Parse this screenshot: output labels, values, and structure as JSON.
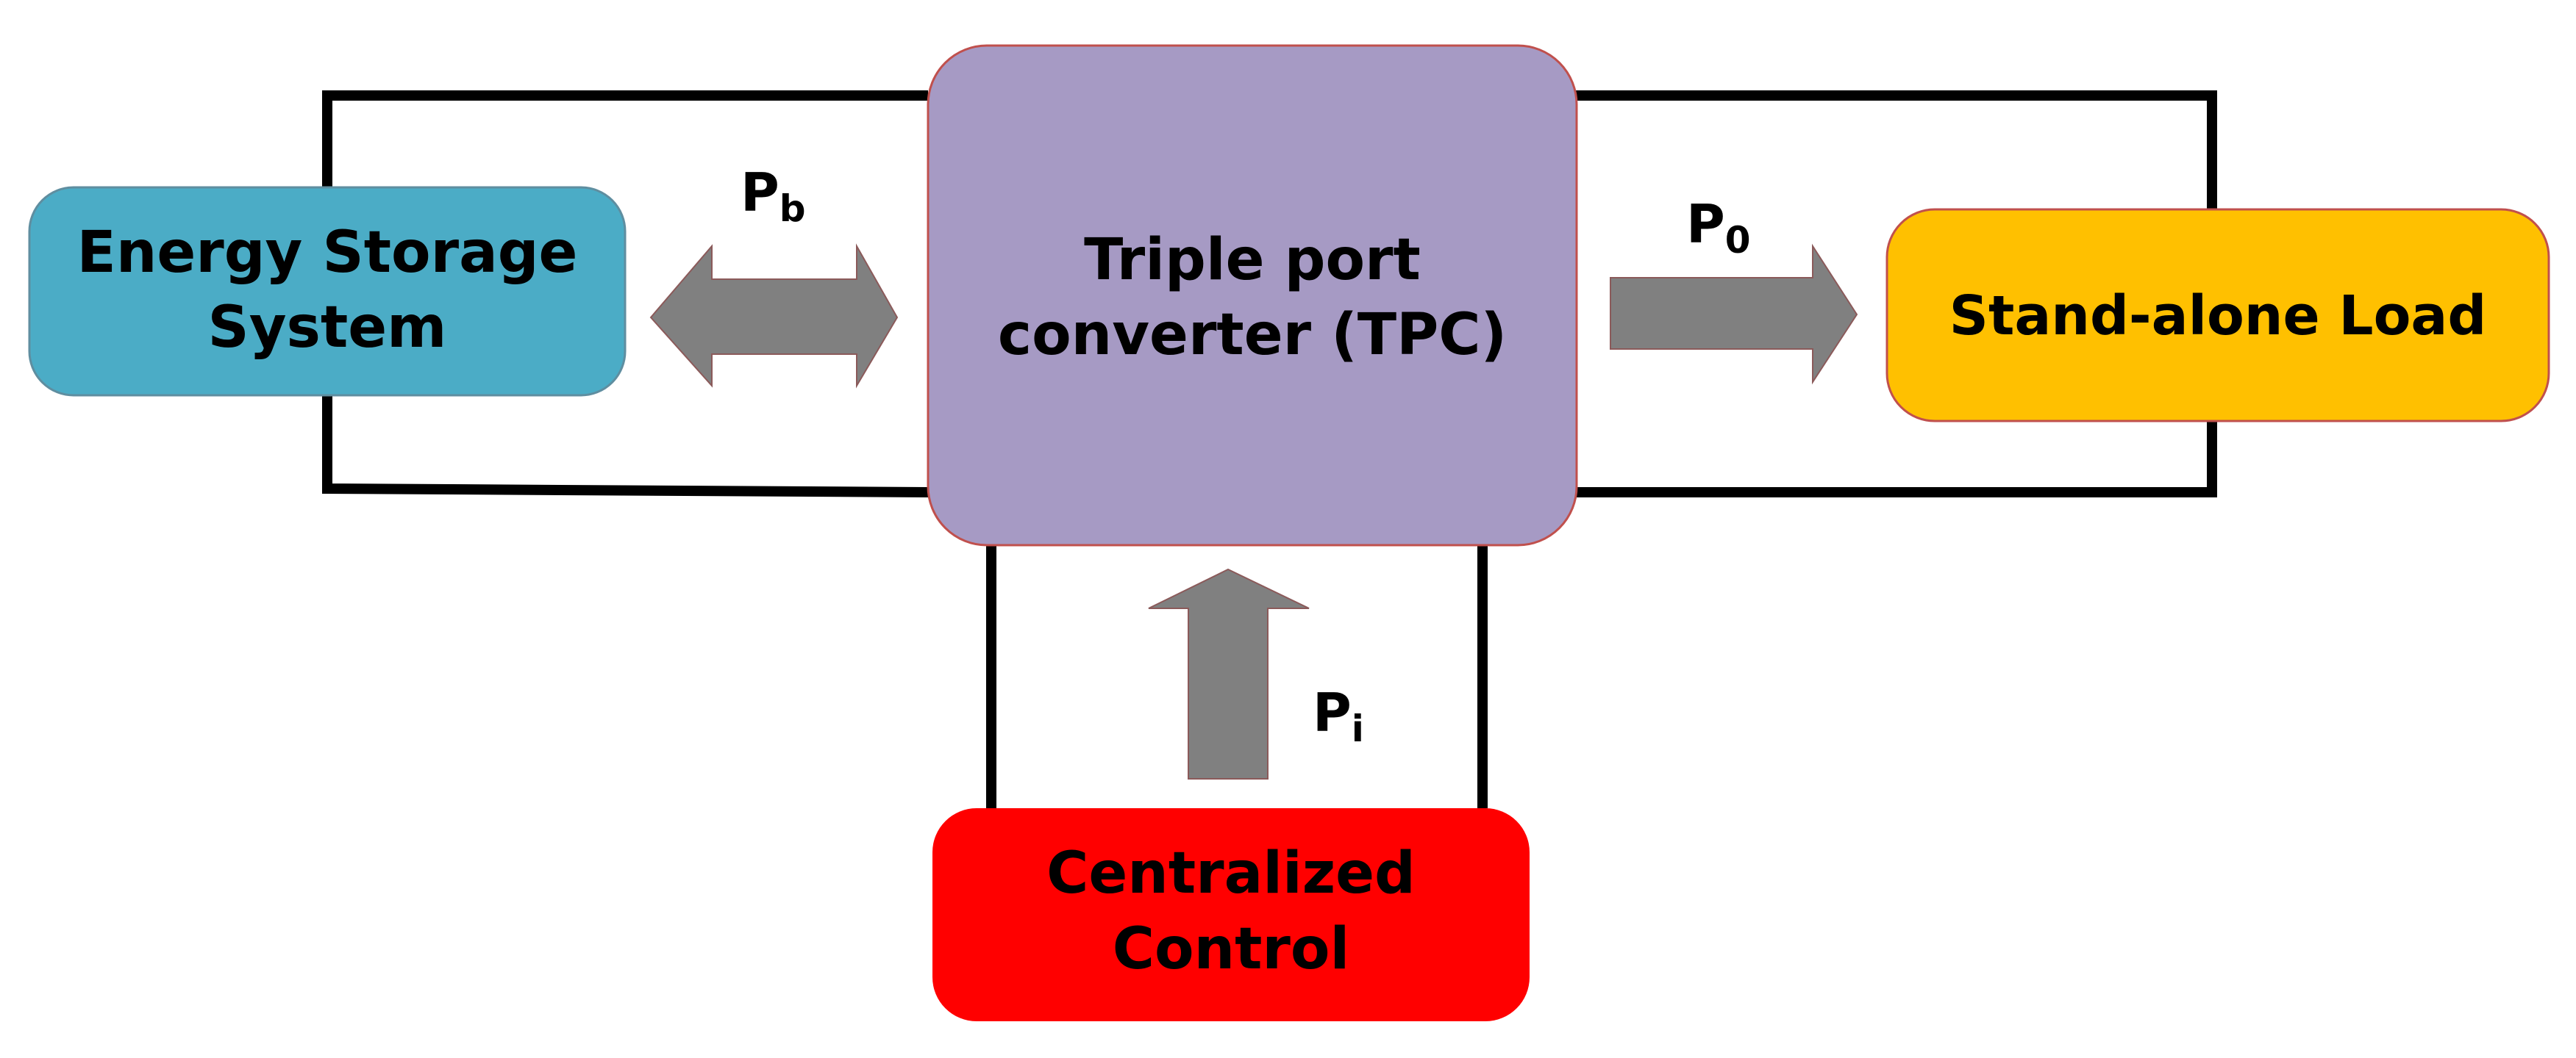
{
  "blocks": {
    "storage": {
      "line1": "Energy Storage",
      "line2": "System",
      "fill": "#4BACC6"
    },
    "tpc": {
      "line1": "Triple port",
      "line2": "converter (TPC)",
      "fill": "#A69AC4"
    },
    "load": {
      "line1": "Stand-alone Load",
      "fill": "#FFC000"
    },
    "control": {
      "line1": "Centralized",
      "line2": "Control",
      "fill": "#FF0000"
    }
  },
  "flows": {
    "battery": {
      "symbol": "P",
      "subscript": "b"
    },
    "output": {
      "symbol": "P",
      "subscript": "0"
    },
    "input": {
      "symbol": "P",
      "subscript": "i"
    }
  },
  "colors": {
    "arrow": "#808080",
    "wire": "#000000"
  }
}
